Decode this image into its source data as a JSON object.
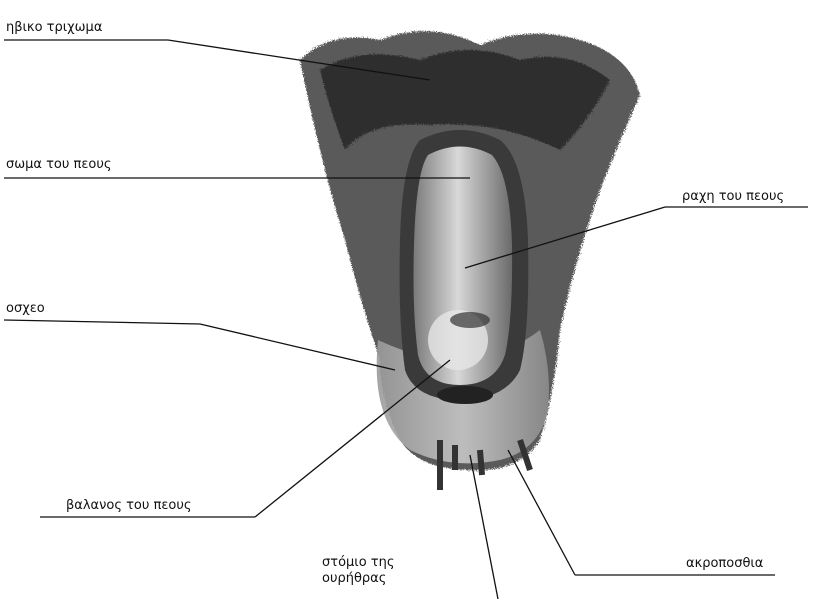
{
  "labels": {
    "pubic_hair": "ηβικο τριχωμα",
    "shaft": "σωμα του πεους",
    "raphe": "ραχη του πεους",
    "scrotum": "οσχεο",
    "glans": "βαλανος του πεους",
    "urethral_opening": "στόμιο της ουρήθρας",
    "foreskin": "ακροποσθια"
  }
}
